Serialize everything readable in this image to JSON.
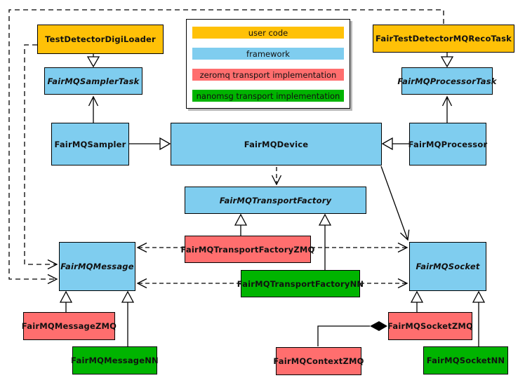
{
  "colors": {
    "user_code": "#FFC107",
    "framework": "#7FCDEF",
    "zeromq": "#FF6E6E",
    "nanomsg": "#00B400",
    "border": "#000000",
    "background": "#FFFFFF"
  },
  "legend": {
    "items": [
      {
        "label": "user code",
        "color_key": "user_code"
      },
      {
        "label": "framework",
        "color_key": "framework"
      },
      {
        "label": "zeromq transport implementation",
        "color_key": "zeromq"
      },
      {
        "label": "nanomsg transport implementation",
        "color_key": "nanomsg"
      }
    ]
  },
  "nodes": {
    "test_detector_digi_loader": {
      "label": "TestDetectorDigiLoader",
      "category": "user code",
      "abstract": false
    },
    "fair_test_detector_mq_reco_task": {
      "label": "FairTestDetectorMQRecoTask",
      "category": "user code",
      "abstract": false
    },
    "fairmq_sampler_task": {
      "label": "FairMQSamplerTask",
      "category": "framework",
      "abstract": true
    },
    "fairmq_processor_task": {
      "label": "FairMQProcessorTask",
      "category": "framework",
      "abstract": true
    },
    "fairmq_sampler": {
      "label": "FairMQSampler",
      "category": "framework",
      "abstract": false
    },
    "fairmq_device": {
      "label": "FairMQDevice",
      "category": "framework",
      "abstract": false
    },
    "fairmq_processor": {
      "label": "FairMQProcessor",
      "category": "framework",
      "abstract": false
    },
    "fairmq_transport_factory": {
      "label": "FairMQTransportFactory",
      "category": "framework",
      "abstract": true
    },
    "fairmq_transport_factory_zmq": {
      "label": "FairMQTransportFactoryZMQ",
      "category": "zeromq transport implementation",
      "abstract": false
    },
    "fairmq_transport_factory_nn": {
      "label": "FairMQTransportFactoryNN",
      "category": "nanomsg transport implementation",
      "abstract": false
    },
    "fairmq_message": {
      "label": "FairMQMessage",
      "category": "framework",
      "abstract": true
    },
    "fairmq_socket": {
      "label": "FairMQSocket",
      "category": "framework",
      "abstract": true
    },
    "fairmq_message_zmq": {
      "label": "FairMQMessageZMQ",
      "category": "zeromq transport implementation",
      "abstract": false
    },
    "fairmq_message_nn": {
      "label": "FairMQMessageNN",
      "category": "nanomsg transport implementation",
      "abstract": false
    },
    "fairmq_socket_zmq": {
      "label": "FairMQSocketZMQ",
      "category": "zeromq transport implementation",
      "abstract": false
    },
    "fairmq_socket_nn": {
      "label": "FairMQSocketNN",
      "category": "nanomsg transport implementation",
      "abstract": false
    },
    "fairmq_context_zmq": {
      "label": "FairMQContextZMQ",
      "category": "zeromq transport implementation",
      "abstract": false
    }
  },
  "connections": [
    {
      "from": "TestDetectorDigiLoader",
      "to": "FairMQSamplerTask",
      "type": "inheritance"
    },
    {
      "from": "FairTestDetectorMQRecoTask",
      "to": "FairMQProcessorTask",
      "type": "inheritance"
    },
    {
      "from": "FairMQSampler",
      "to": "FairMQDevice",
      "type": "inheritance"
    },
    {
      "from": "FairMQProcessor",
      "to": "FairMQDevice",
      "type": "inheritance"
    },
    {
      "from": "FairMQTransportFactoryZMQ",
      "to": "FairMQTransportFactory",
      "type": "inheritance"
    },
    {
      "from": "FairMQTransportFactoryNN",
      "to": "FairMQTransportFactory",
      "type": "inheritance"
    },
    {
      "from": "FairMQMessageZMQ",
      "to": "FairMQMessage",
      "type": "inheritance"
    },
    {
      "from": "FairMQMessageNN",
      "to": "FairMQMessage",
      "type": "inheritance"
    },
    {
      "from": "FairMQSocketZMQ",
      "to": "FairMQSocket",
      "type": "inheritance"
    },
    {
      "from": "FairMQSocketNN",
      "to": "FairMQSocket",
      "type": "inheritance"
    },
    {
      "from": "FairMQSampler",
      "to": "FairMQSamplerTask",
      "type": "association"
    },
    {
      "from": "FairMQProcessor",
      "to": "FairMQProcessorTask",
      "type": "association"
    },
    {
      "from": "FairMQDevice",
      "to": "FairMQSocket",
      "type": "association"
    },
    {
      "from": "FairMQDevice",
      "to": "FairMQTransportFactory",
      "type": "dependency"
    },
    {
      "from": "FairMQTransportFactoryZMQ",
      "to": "FairMQMessage",
      "type": "dependency"
    },
    {
      "from": "FairMQTransportFactoryZMQ",
      "to": "FairMQSocket",
      "type": "dependency"
    },
    {
      "from": "FairMQTransportFactoryNN",
      "to": "FairMQMessage",
      "type": "dependency"
    },
    {
      "from": "FairMQTransportFactoryNN",
      "to": "FairMQSocket",
      "type": "dependency"
    },
    {
      "from": "TestDetectorDigiLoader",
      "to": "FairMQMessage",
      "type": "dependency"
    },
    {
      "from": "FairTestDetectorMQRecoTask",
      "to": "FairMQMessage",
      "type": "dependency"
    },
    {
      "from": "FairMQContextZMQ",
      "to": "FairMQSocketZMQ",
      "type": "composition"
    }
  ]
}
